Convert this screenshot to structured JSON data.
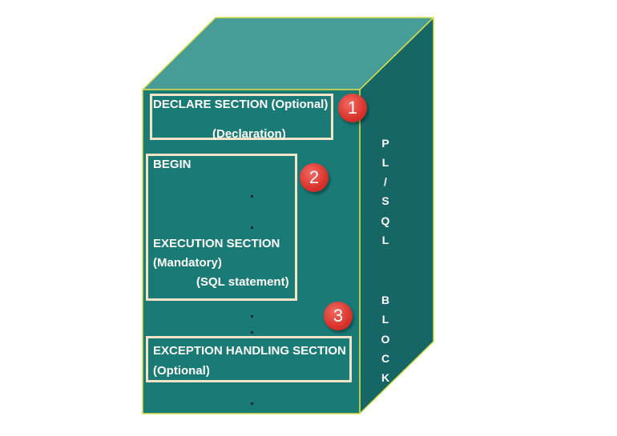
{
  "colors": {
    "front_face": "#1a7a76",
    "top_face": "#489c98",
    "side_face": "#156664",
    "edge": "#d8de4a",
    "box_border": "#f2e3c6",
    "badge": "#d9332b"
  },
  "sections": {
    "declare": {
      "number": "1",
      "title": "DECLARE SECTION (Optional)",
      "subtitle": "(Declaration)"
    },
    "execution": {
      "number": "2",
      "begin": "BEGIN",
      "title": "EXECUTION SECTION",
      "mandatory": "(Mandatory)",
      "detail": "(SQL statement)"
    },
    "exception": {
      "number": "3",
      "title": "EXCEPTION HANDLING SECTION",
      "optional": "(Optional)"
    }
  },
  "side_label": {
    "line1": [
      "P",
      "L",
      "/",
      "S",
      "Q",
      "L"
    ],
    "line2": [
      "B",
      "L",
      "O",
      "C",
      "K"
    ]
  }
}
